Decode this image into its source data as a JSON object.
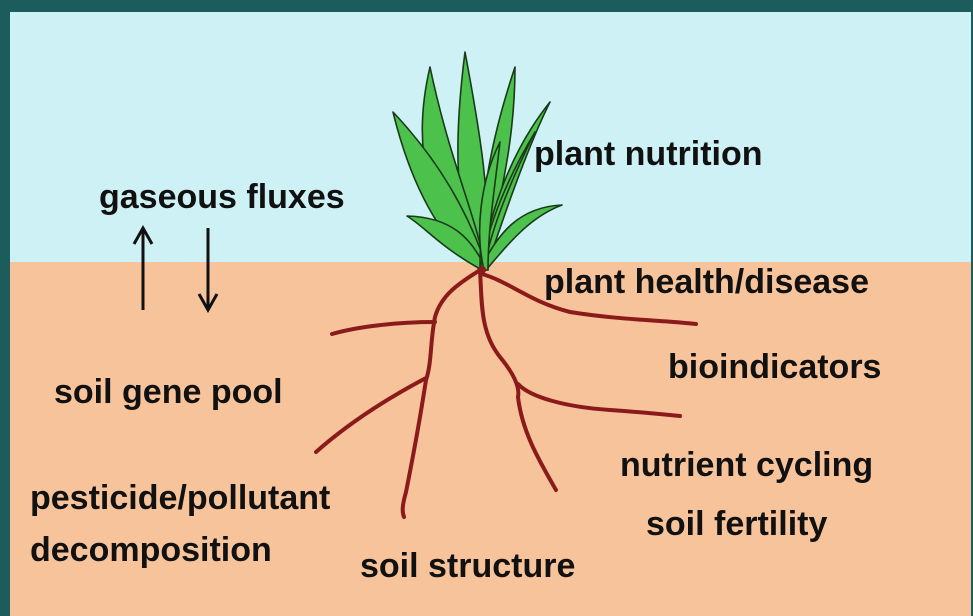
{
  "colors": {
    "frame": "#1d5c5c",
    "sky": "#cdf1f5",
    "soil": "#f6c39b",
    "roots": "#8b1a1a",
    "leaf_fill": "#4cc24c",
    "leaf_stroke": "#1a3a1a",
    "text": "#111111"
  },
  "labels": {
    "gaseous_fluxes": "gaseous fluxes",
    "plant_nutrition": "plant nutrition",
    "plant_health": "plant health/disease",
    "bioindicators": "bioindicators",
    "soil_gene_pool": "soil gene pool",
    "nutrient_cycling": "nutrient cycling",
    "soil_fertility": "soil fertility",
    "pesticide_line1": "pesticide/pollutant",
    "pesticide_line2": "decomposition",
    "soil_structure": "soil structure"
  },
  "icons": {
    "up_arrow": "arrow-up-icon",
    "down_arrow": "arrow-down-icon",
    "plant": "grass-plant-icon"
  }
}
